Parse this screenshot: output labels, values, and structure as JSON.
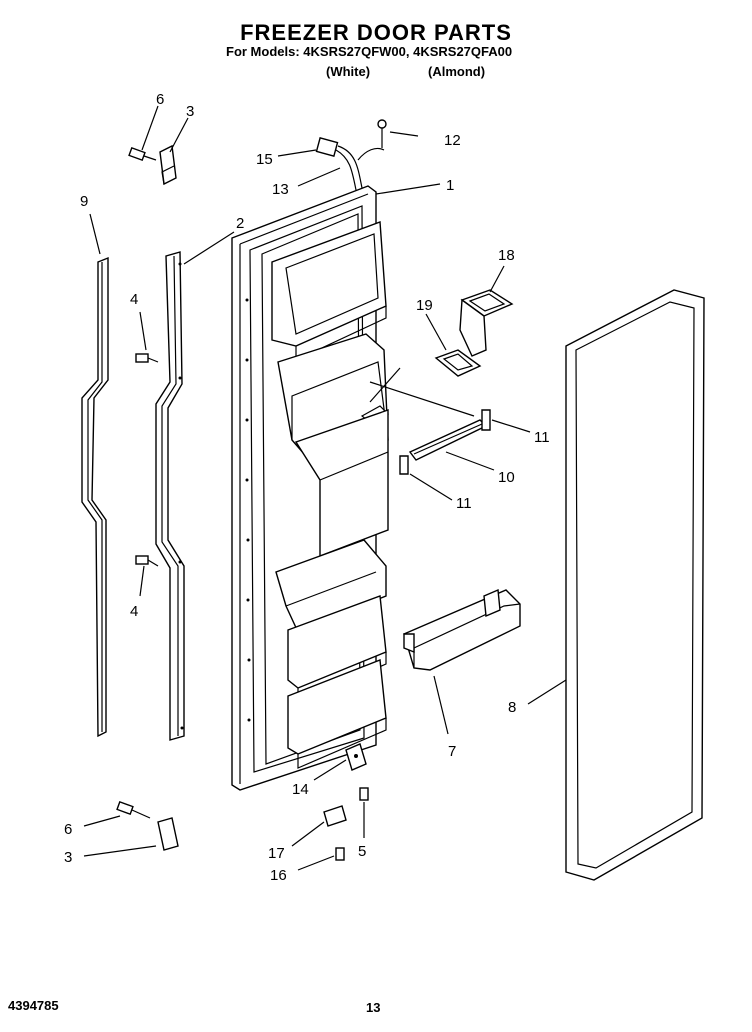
{
  "header": {
    "title": "FREEZER DOOR PARTS",
    "models": "For Models: 4KSRS27QFW00, 4KSRS27QFA00",
    "color_white": "(White)",
    "color_almond": "(Almond)"
  },
  "callouts": {
    "c1": "1",
    "c2": "2",
    "c3a": "3",
    "c3b": "3",
    "c4a": "4",
    "c4b": "4",
    "c5": "5",
    "c6a": "6",
    "c6b": "6",
    "c7": "7",
    "c8": "8",
    "c9": "9",
    "c10": "10",
    "c11a": "11",
    "c11b": "11",
    "c12": "12",
    "c13": "13",
    "c14": "14",
    "c15": "15",
    "c16": "16",
    "c17": "17",
    "c18": "18",
    "c19": "19"
  },
  "footer": {
    "doc_number": "4394785",
    "page_number": "13"
  }
}
